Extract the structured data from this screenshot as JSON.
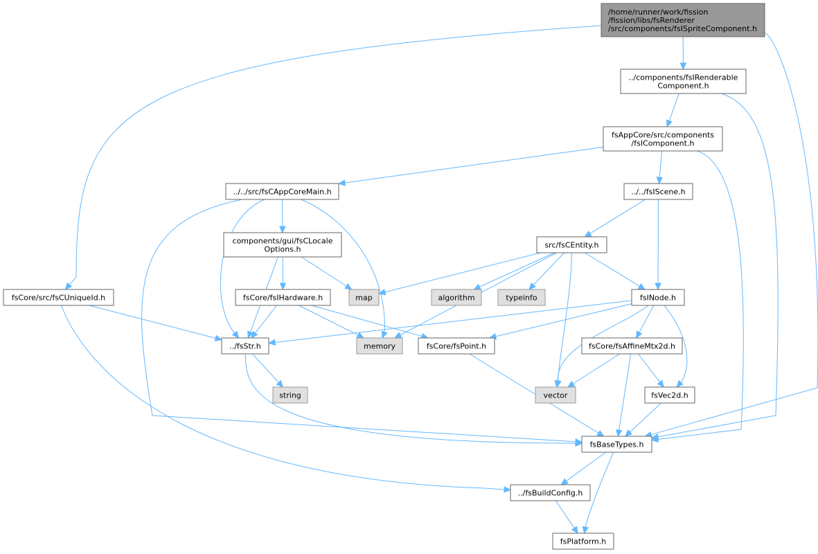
{
  "graph": {
    "title": "Include dependency graph",
    "nodes": [
      {
        "id": "root",
        "lines": [
          "/home/runner/work/fission",
          "/fission/libs/fsRenderer",
          "/src/components/fsISpriteComponent.h"
        ],
        "kind": "root",
        "interactable": false
      },
      {
        "id": "renderable",
        "lines": [
          "../components/fsIRenderable",
          "Component.h"
        ],
        "kind": "file",
        "interactable": true
      },
      {
        "id": "component",
        "lines": [
          "fsAppCore/src/components",
          "/fsIComponent.h"
        ],
        "kind": "file",
        "interactable": true
      },
      {
        "id": "appcoremain",
        "lines": [
          "../../src/fsCAppCoreMain.h"
        ],
        "kind": "file",
        "interactable": true
      },
      {
        "id": "iscene",
        "lines": [
          "../../fsIScene.h"
        ],
        "kind": "file",
        "interactable": true
      },
      {
        "id": "locale",
        "lines": [
          "components/gui/fsCLocale",
          "Options.h"
        ],
        "kind": "file",
        "interactable": true
      },
      {
        "id": "centity",
        "lines": [
          "src/fsCEntity.h"
        ],
        "kind": "file",
        "interactable": true
      },
      {
        "id": "uniqueid",
        "lines": [
          "fsCore/src/fsCUniqueId.h"
        ],
        "kind": "file",
        "interactable": true
      },
      {
        "id": "hardware",
        "lines": [
          "fsCore/fsIHardware.h"
        ],
        "kind": "file",
        "interactable": true
      },
      {
        "id": "map",
        "lines": [
          "map"
        ],
        "kind": "system",
        "interactable": false
      },
      {
        "id": "algorithm",
        "lines": [
          "algorithm"
        ],
        "kind": "system",
        "interactable": false
      },
      {
        "id": "typeinfo",
        "lines": [
          "typeinfo"
        ],
        "kind": "system",
        "interactable": false
      },
      {
        "id": "inode",
        "lines": [
          "fsINode.h"
        ],
        "kind": "file",
        "interactable": true
      },
      {
        "id": "fsstr",
        "lines": [
          "../fsStr.h"
        ],
        "kind": "file",
        "interactable": true
      },
      {
        "id": "memory",
        "lines": [
          "memory"
        ],
        "kind": "system",
        "interactable": false
      },
      {
        "id": "point",
        "lines": [
          "fsCore/fsPoint.h"
        ],
        "kind": "file",
        "interactable": true
      },
      {
        "id": "affine",
        "lines": [
          "fsCore/fsAffineMtx2d.h"
        ],
        "kind": "file",
        "interactable": true
      },
      {
        "id": "string",
        "lines": [
          "string"
        ],
        "kind": "system",
        "interactable": false
      },
      {
        "id": "vector",
        "lines": [
          "vector"
        ],
        "kind": "system",
        "interactable": false
      },
      {
        "id": "vec2d",
        "lines": [
          "fsVec2d.h"
        ],
        "kind": "file",
        "interactable": true
      },
      {
        "id": "basetypes",
        "lines": [
          "fsBaseTypes.h"
        ],
        "kind": "file",
        "interactable": true
      },
      {
        "id": "buildconfig",
        "lines": [
          "../fsBuildConfig.h"
        ],
        "kind": "file",
        "interactable": true
      },
      {
        "id": "platform",
        "lines": [
          "fsPlatform.h"
        ],
        "kind": "file",
        "interactable": true
      }
    ],
    "edges": [
      [
        "root",
        "renderable"
      ],
      [
        "root",
        "uniqueid"
      ],
      [
        "root",
        "basetypes"
      ],
      [
        "renderable",
        "component"
      ],
      [
        "renderable",
        "basetypes"
      ],
      [
        "component",
        "appcoremain"
      ],
      [
        "component",
        "iscene"
      ],
      [
        "component",
        "basetypes"
      ],
      [
        "appcoremain",
        "locale"
      ],
      [
        "appcoremain",
        "fsstr"
      ],
      [
        "appcoremain",
        "memory"
      ],
      [
        "appcoremain",
        "basetypes"
      ],
      [
        "iscene",
        "centity"
      ],
      [
        "iscene",
        "inode"
      ],
      [
        "locale",
        "hardware"
      ],
      [
        "locale",
        "fsstr"
      ],
      [
        "locale",
        "map"
      ],
      [
        "centity",
        "map"
      ],
      [
        "centity",
        "algorithm"
      ],
      [
        "centity",
        "typeinfo"
      ],
      [
        "centity",
        "inode"
      ],
      [
        "centity",
        "memory"
      ],
      [
        "centity",
        "vector"
      ],
      [
        "uniqueid",
        "fsstr"
      ],
      [
        "uniqueid",
        "buildconfig"
      ],
      [
        "hardware",
        "fsstr"
      ],
      [
        "hardware",
        "memory"
      ],
      [
        "hardware",
        "point"
      ],
      [
        "inode",
        "fsstr"
      ],
      [
        "inode",
        "point"
      ],
      [
        "inode",
        "affine"
      ],
      [
        "inode",
        "vector"
      ],
      [
        "inode",
        "vec2d"
      ],
      [
        "fsstr",
        "string"
      ],
      [
        "fsstr",
        "basetypes"
      ],
      [
        "point",
        "basetypes"
      ],
      [
        "affine",
        "vector"
      ],
      [
        "affine",
        "vec2d"
      ],
      [
        "affine",
        "basetypes"
      ],
      [
        "vec2d",
        "basetypes"
      ],
      [
        "basetypes",
        "buildconfig"
      ],
      [
        "basetypes",
        "platform"
      ],
      [
        "buildconfig",
        "platform"
      ]
    ],
    "colors": {
      "edge": "#63b8ff",
      "root_fill": "#999999",
      "root_stroke": "#666666",
      "file_fill": "#ffffff",
      "file_stroke": "#666666",
      "system_fill": "#e0e0e0",
      "system_stroke": "#999999",
      "text": "#000000"
    }
  }
}
